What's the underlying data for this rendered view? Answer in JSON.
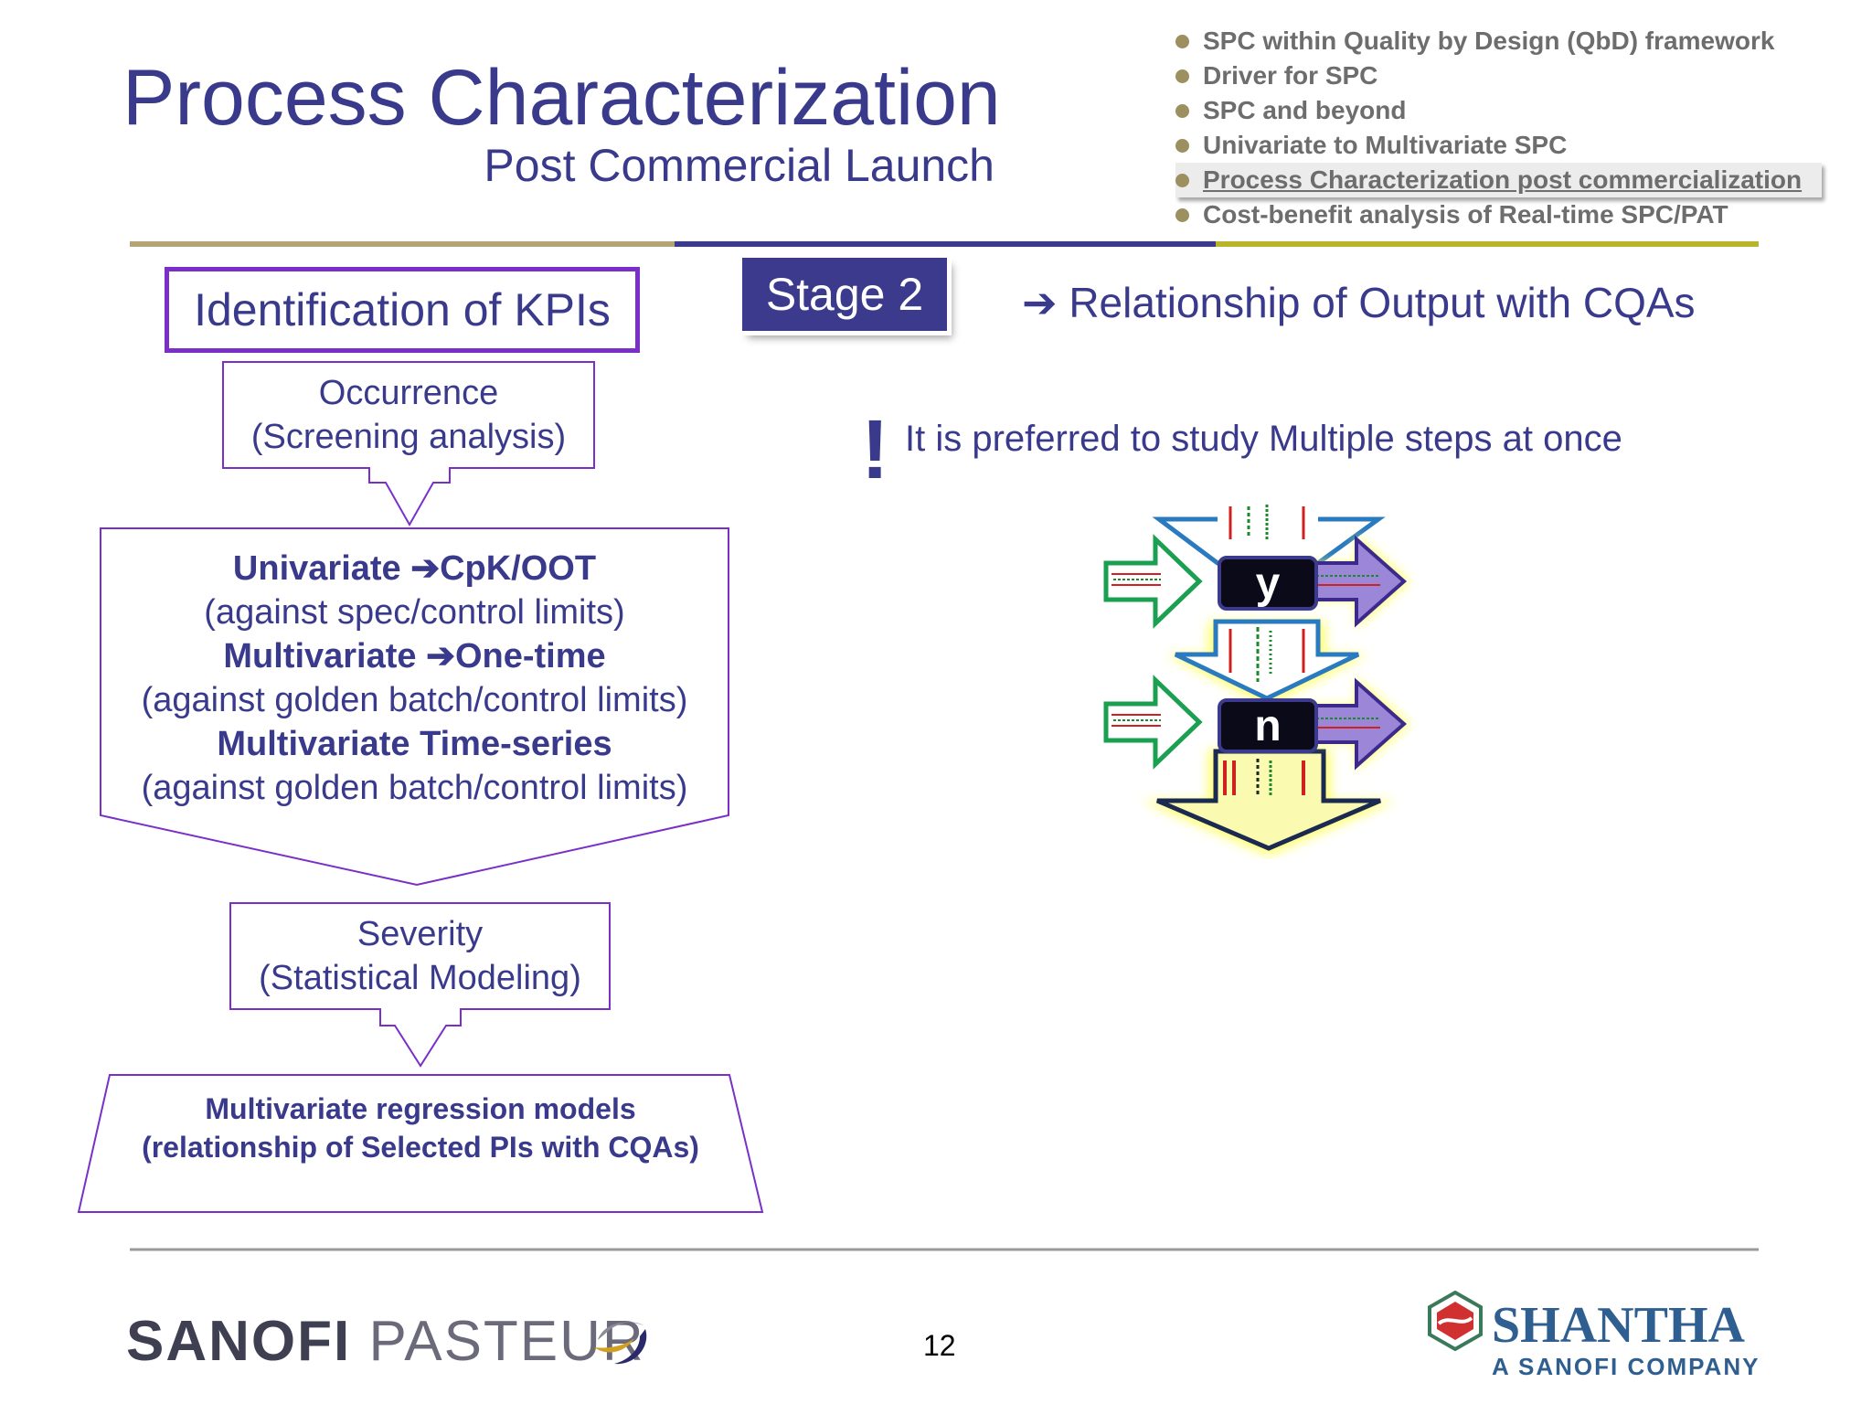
{
  "header": {
    "title": "Process Characterization",
    "subtitle": "Post Commercial Launch"
  },
  "agenda": {
    "items": [
      {
        "label": "SPC within Quality by Design (QbD) framework",
        "active": false
      },
      {
        "label": "Driver for SPC",
        "active": false
      },
      {
        "label": "SPC and beyond",
        "active": false
      },
      {
        "label": "Univariate to Multivariate SPC",
        "active": false
      },
      {
        "label": "Process Characterization post commercialization",
        "active": true
      },
      {
        "label": "Cost-benefit  analysis of Real-time SPC/PAT",
        "active": false
      }
    ]
  },
  "colors": {
    "primary": "#3b3a8c",
    "purple_border": "#7a2fc8",
    "rule_left": "#b4a476",
    "rule_mid": "#3b3a8c",
    "rule_right": "#b8b42c",
    "bullet": "#9c9060"
  },
  "flow": {
    "kpi_label": "Identification of KPIs",
    "occurrence": {
      "line1": "Occurrence",
      "line2": "(Screening analysis)"
    },
    "methods": {
      "univariate_a": "Univariate ",
      "univariate_b": "CpK/OOT",
      "univariate_note": "(against spec/control limits)",
      "multivariate_a": "Multivariate ",
      "multivariate_b": "One-time",
      "multivariate_note": "(against golden batch/control limits)",
      "timeseries": "Multivariate Time-series",
      "timeseries_note": "(against golden batch/control limits)"
    },
    "severity": {
      "line1": "Severity",
      "line2": "(Statistical Modeling)"
    },
    "regression": {
      "line1": "Multivariate regression models",
      "line2": "(relationship of Selected PIs with CQAs)"
    }
  },
  "stage": {
    "label": "Stage 2",
    "relationship": "Relationship of Output with CQAs",
    "exclamation": "!",
    "preferred": "It is preferred to study Multiple steps at once"
  },
  "diagram": {
    "step1": "y",
    "step2": "n"
  },
  "footer": {
    "page_number": "12",
    "logo_left_1": "SANOFI",
    "logo_left_2": " PASTEUR",
    "logo_right_1": "SHANTHA",
    "logo_right_2": "A SANOFI COMPANY"
  }
}
